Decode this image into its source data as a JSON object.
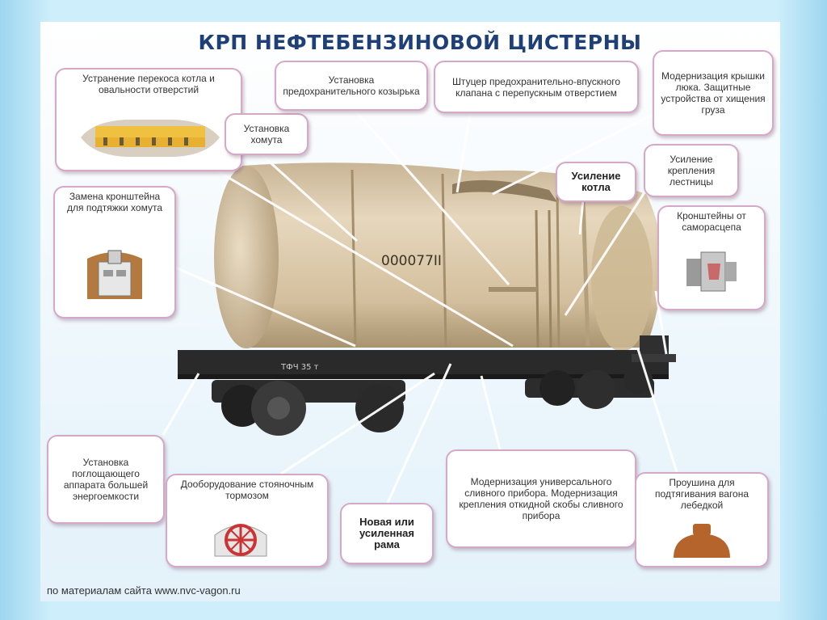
{
  "title": "КРП НЕФТЕБЕНЗИНОВОЙ ЦИСТЕРНЫ",
  "source": "по материалам сайта www.nvc-vagon.ru",
  "tank_marking": "000077II",
  "frame_marking": "ТФЧ 35 т",
  "colors": {
    "accent_title": "#1f3f78",
    "callout_border": "#d6a8c8",
    "leader": "#ffffff",
    "tank": "#d7c4a4",
    "frame": "#2a2a2a"
  },
  "callouts": {
    "skew": "Устранение перекоса котла и овальности отверстий",
    "clamp": "Установка хомута",
    "visor": "Установка предохранительного козырька",
    "fitting": "Штуцер предохранительно-впускного клапана с перепускным отверстием",
    "hatch": "Модернизация крышки люка. Защитные устройства от хищения груза",
    "boiler": "Усиление котла",
    "ladder": "Усиление крепления лестницы",
    "bracket_clamp": "Замена кронштейна для подтяжки хомута",
    "bracket_uncoupling": "Кронштейны от саморасцепа",
    "absorber": "Установка поглощающего аппарата большей энергоемкости",
    "brake": "Дооборудование стояночным тормозом",
    "frame": "Новая или усиленная рама",
    "drain": "Модернизация универсального сливного прибора. Модернизация крепления откидной скобы сливного прибора",
    "eye": "Проушина для подтягивания вагона лебедкой"
  },
  "icons": [
    "boiler-section-icon",
    "bracket-icon",
    "uncoupling-bracket-icon",
    "brake-wheel-icon",
    "towing-eye-icon"
  ]
}
